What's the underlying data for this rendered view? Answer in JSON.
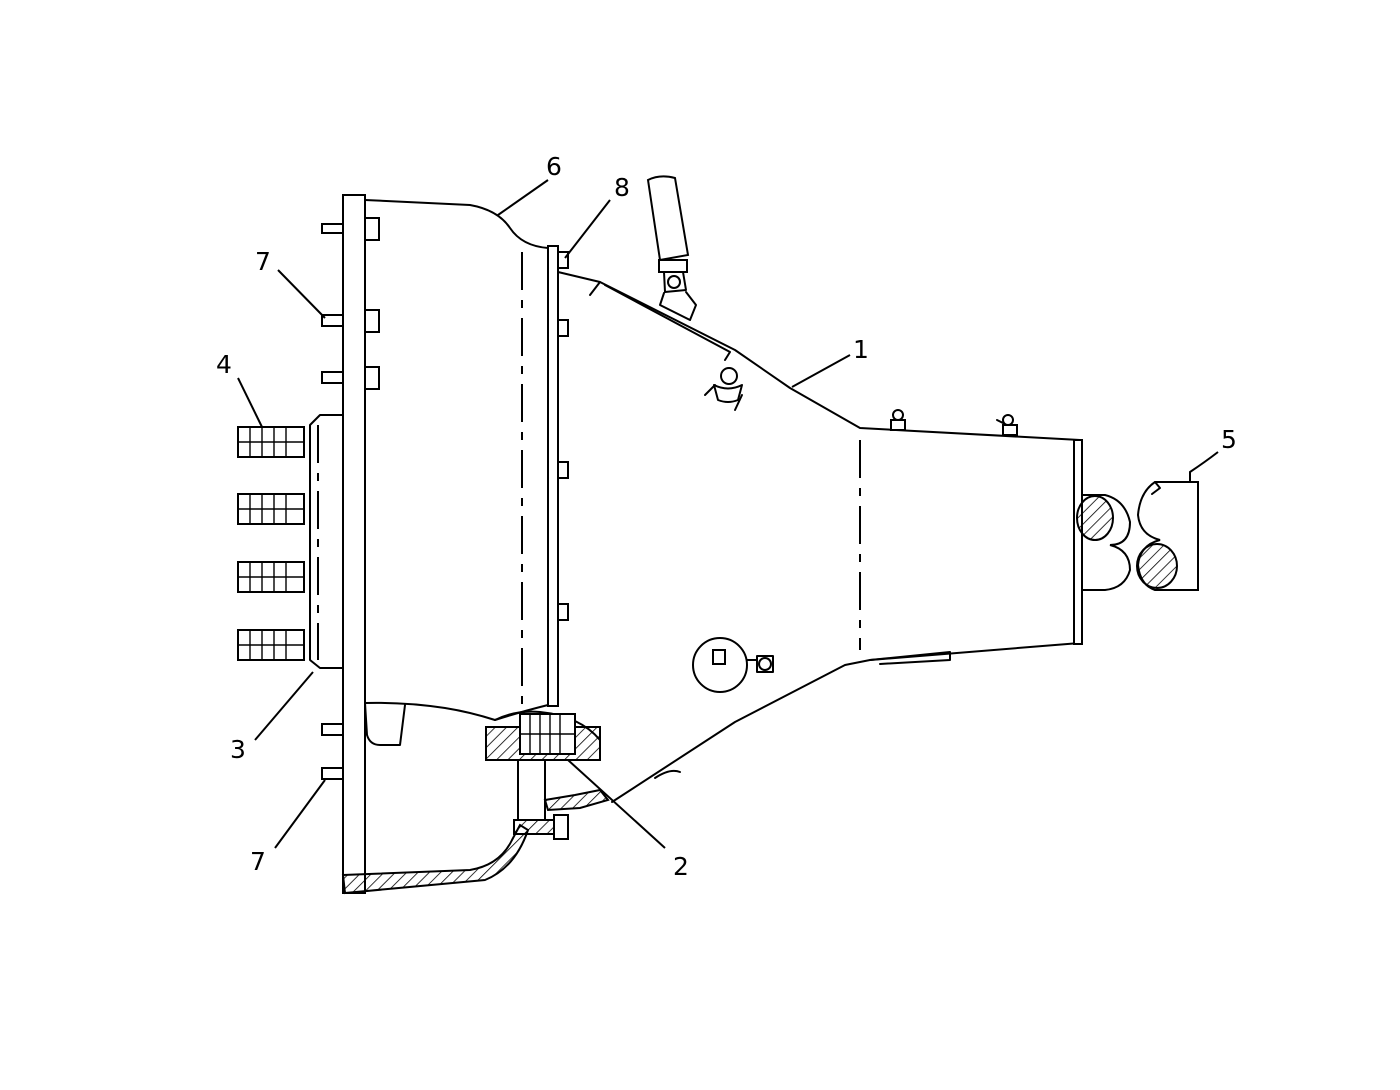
{
  "diagram": {
    "callouts": [
      {
        "id": "c1",
        "label": "1"
      },
      {
        "id": "c2",
        "label": "2"
      },
      {
        "id": "c3",
        "label": "3"
      },
      {
        "id": "c4",
        "label": "4"
      },
      {
        "id": "c5",
        "label": "5"
      },
      {
        "id": "c6",
        "label": "6"
      },
      {
        "id": "c7a",
        "label": "7"
      },
      {
        "id": "c7b",
        "label": "7"
      },
      {
        "id": "c8",
        "label": "8"
      }
    ]
  }
}
